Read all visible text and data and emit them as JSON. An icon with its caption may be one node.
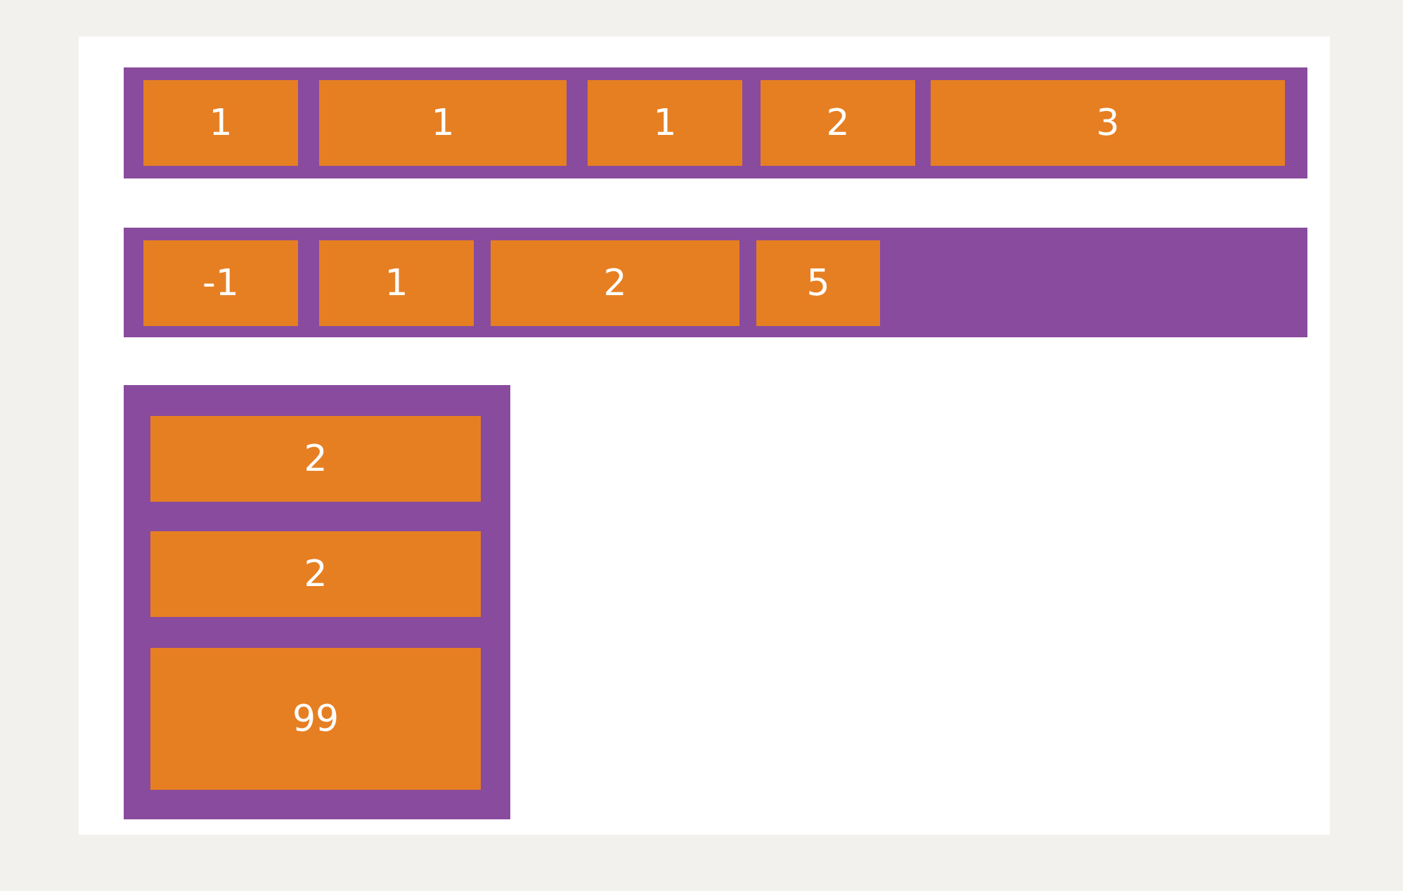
{
  "diagram": {
    "nodes": [
      {
        "text": [],
        "shape": "box"
      },
      {
        "text": [
          "1"
        ],
        "in": 0
      },
      {
        "text": [
          "1"
        ],
        "in": 0
      },
      {
        "text": [
          "1"
        ],
        "in": 0
      },
      {
        "text": [
          "2"
        ],
        "in": 0
      },
      {
        "text": [
          "3"
        ],
        "in": 0
      },
      {
        "text": [],
        "shape": "box"
      },
      {
        "text": [
          "-1"
        ],
        "in": 6
      },
      {
        "text": [
          "1"
        ],
        "in": 6
      },
      {
        "text": [
          "2"
        ],
        "in": 6
      },
      {
        "text": [
          "5"
        ],
        "in": 6
      },
      {
        "text": [],
        "shape": "box"
      },
      {
        "text": [
          "2"
        ],
        "in": 11
      },
      {
        "text": [
          "2"
        ],
        "in": 11
      },
      {
        "text": [
          "99"
        ],
        "in": 11
      }
    ]
  }
}
